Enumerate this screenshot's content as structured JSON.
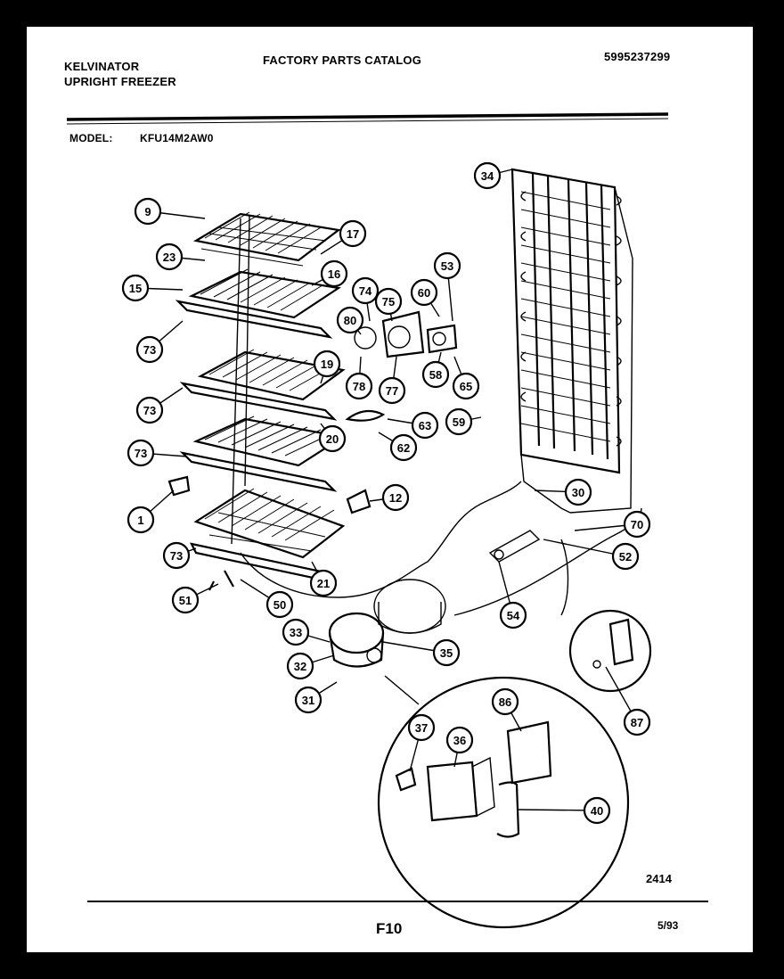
{
  "header": {
    "brand": "KELVINATOR",
    "product": "UPRIGHT FREEZER",
    "catalog_title": "FACTORY PARTS CATALOG",
    "catalog_number": "5995237299",
    "model_label": "MODEL:",
    "model_value": "KFU14M2AW0"
  },
  "footer": {
    "drawing_number": "2414",
    "page": "F10",
    "date": "5/93"
  },
  "callouts": [
    "9",
    "17",
    "23",
    "16",
    "15",
    "73",
    "74",
    "75",
    "80",
    "60",
    "53",
    "78",
    "77",
    "58",
    "65",
    "19",
    "73",
    "63",
    "59",
    "62",
    "20",
    "34",
    "73",
    "30",
    "12",
    "1",
    "70",
    "52",
    "73",
    "21",
    "51",
    "50",
    "54",
    "33",
    "35",
    "32",
    "31",
    "87",
    "86",
    "37",
    "36",
    "40"
  ]
}
